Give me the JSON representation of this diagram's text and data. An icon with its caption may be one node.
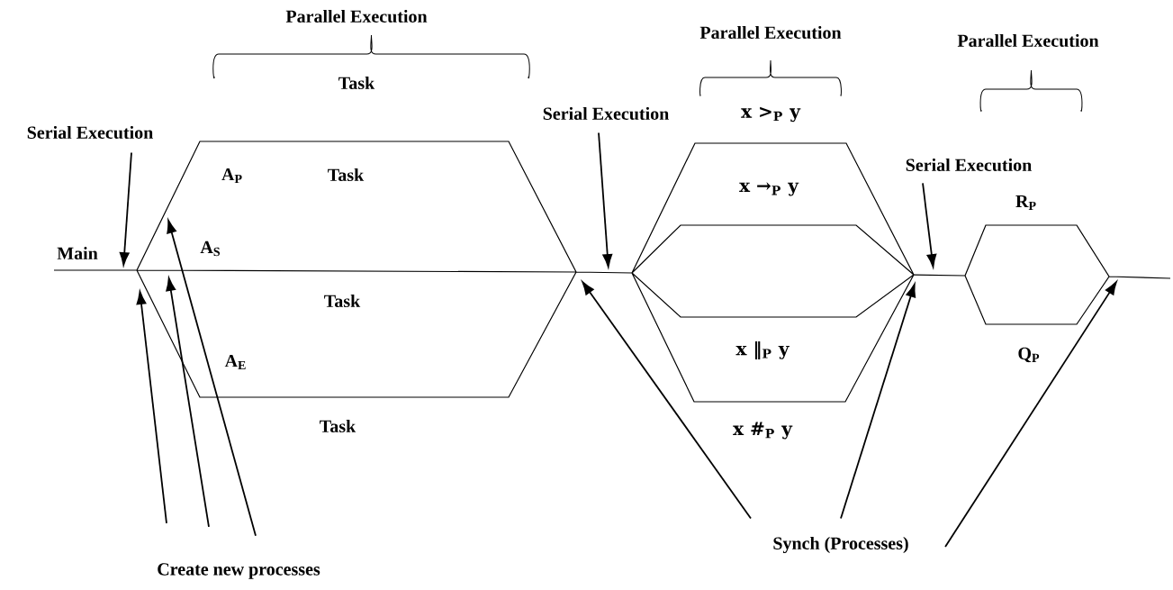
{
  "diagram": {
    "nodes": [
      {
        "text": [
          "Serial Execution"
        ]
      },
      {
        "text": [
          "Serial Execution"
        ]
      },
      {
        "text": [
          "Serial Execution"
        ]
      },
      {
        "text": [
          "Create new processes"
        ]
      },
      {
        "text": [
          "Synch (Processes)"
        ]
      }
    ],
    "edges": [
      {
        "from": 0,
        "to": null,
        "arrow": "to"
      },
      {
        "from": 1,
        "to": null,
        "arrow": "to"
      },
      {
        "from": 2,
        "to": null,
        "arrow": "to"
      },
      {
        "from": 3,
        "to": null,
        "arrow": "to"
      },
      {
        "from": 3,
        "to": null,
        "arrow": "to"
      },
      {
        "from": 3,
        "to": null,
        "arrow": "to"
      },
      {
        "from": 4,
        "to": null,
        "arrow": "to"
      },
      {
        "from": 4,
        "to": null,
        "arrow": "to"
      },
      {
        "from": 4,
        "to": null,
        "arrow": "to"
      }
    ],
    "labels": [
      "Parallel Execution",
      "Task",
      "Parallel Execution",
      "Parallel Execution",
      "x >$_{P}$ y",
      "A$_{P}$",
      "Task",
      "x →$_{P}$ y",
      "R$_{P}$",
      "Main",
      "A$_{S}$",
      "Task",
      "x ‖$_{P}$ y",
      "Q$_{P}$",
      "A$_{E}$",
      "Task",
      "x #$_{P}$ y"
    ]
  }
}
